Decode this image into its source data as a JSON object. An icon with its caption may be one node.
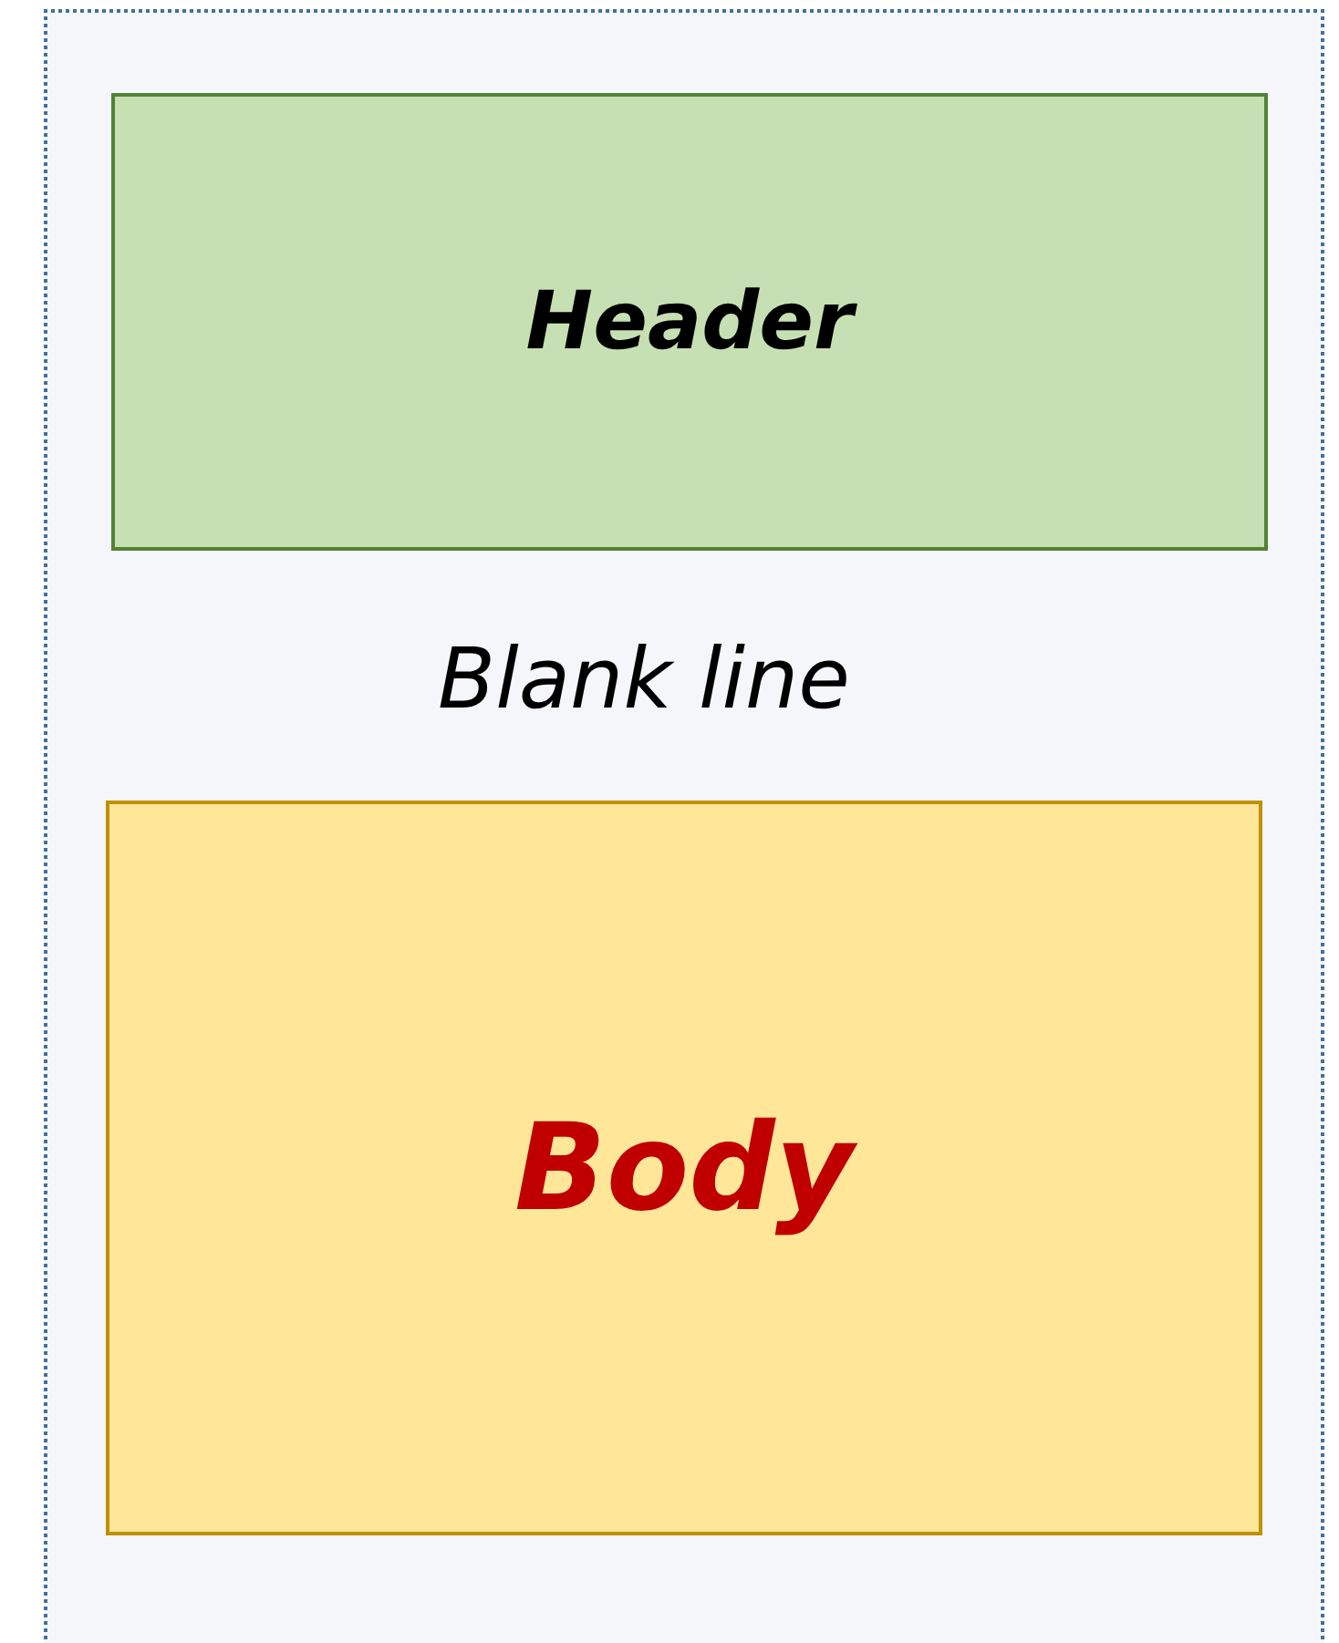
{
  "diagram": {
    "nodes": [
      {
        "text": [],
        "shape": "box"
      },
      {
        "text": [
          "Header"
        ],
        "in": 0
      },
      {
        "text": [
          "Body"
        ],
        "in": 0
      }
    ],
    "labels": [
      "Blank line"
    ]
  }
}
